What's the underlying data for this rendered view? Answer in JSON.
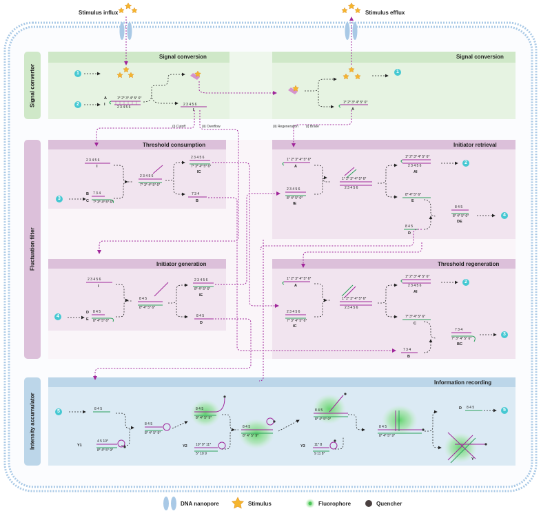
{
  "membrane": {
    "influx_label": "Stimulus influx",
    "efflux_label": "Stimulus efflux"
  },
  "modules": {
    "signal_convertor": "Signal convertor",
    "fluctuation_filter": "Fluctuation filter",
    "intensity_accumulator": "Intensity accumulator"
  },
  "panels": {
    "signal_conversion_left": "Signal conversion",
    "signal_conversion_right": "Signal conversion",
    "threshold_consumption": "Threshold consumption",
    "initiator_retrieval": "Initiator retrieval",
    "initiator_generation": "Initiator generation",
    "threshold_regeneration": "Threshold regeneration",
    "information_recording": "Information recording"
  },
  "cues": {
    "cutoff": "(i)  Cutoff",
    "overflow": "(ii)  Overflow",
    "regeneration": "(ii) Regeneration",
    "brake": "(i) Brake"
  },
  "badges": [
    "1",
    "2",
    "3",
    "4",
    "5"
  ],
  "strands": {
    "A": "A",
    "I": "I",
    "B": "B",
    "C": "C",
    "D": "D",
    "E": "E",
    "IC": "IC",
    "IE": "IE",
    "AI": "AI",
    "DE": "DE",
    "BC": "BC",
    "Y1": "Y1",
    "Y2": "Y2",
    "Y3": "Y3",
    "Y": "Y"
  },
  "seqs": {
    "a_top": "1* 2* 3* 4* 5* 6*",
    "i_bot": "2  3  4  5  6",
    "b_top": "7  3  4",
    "c_bot": "7* 3* 4* 5* 6*",
    "ic_bot": "7* 3* 4* 5* 6*",
    "d_top": "8  4  5",
    "e_bot": "8* 4* 5* 6*",
    "ie_top": "2  3  4  5  6",
    "y1": "4  5  10*",
    "y1_bot": "8* 4* 5* 9*",
    "y2": "10* 9*  11*",
    "y2_bot": "5* 10  9",
    "y3": "11* 8",
    "y3_bot": "9  11  8*"
  },
  "legend": {
    "nanopore": "DNA nanopore",
    "stimulus": "Stimulus",
    "fluorophore": "Fluorophore",
    "quencher": "Quencher"
  },
  "colors": {
    "membrane": "#a9c9e6",
    "convertor_bg": "#e6f3e2",
    "convertor_hdr": "#cfe8c8",
    "filter_bg": "#f1e4ef",
    "filter_hdr": "#dcc0da",
    "accum_bg": "#dbeaf4",
    "accum_hdr": "#bcd6e9",
    "magenta": "#a0269a",
    "green": "#29a05a",
    "badge": "#45c8d2",
    "glow": "#5fd36a",
    "star": "#f5b52e"
  }
}
